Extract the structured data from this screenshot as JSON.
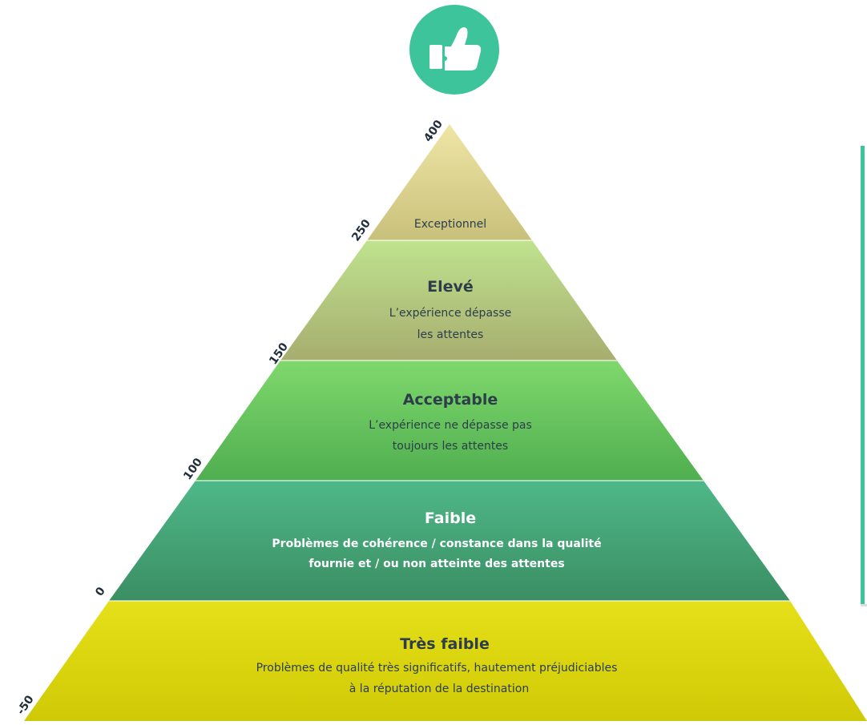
{
  "icon": {
    "name": "thumbs-up-icon",
    "bg_color": "#3ec49a",
    "fg_color": "#ffffff"
  },
  "scale": [
    "400",
    "250",
    "150",
    "100",
    "0",
    "-50"
  ],
  "levels": [
    {
      "id": "exceptionnel",
      "title": "Exceptionnel",
      "desc": [],
      "colors": [
        "#efe6a6",
        "#c8c07a"
      ],
      "text_color": "#2d3d4a"
    },
    {
      "id": "eleve",
      "title": "Elevé",
      "desc": [
        "L’expérience dépasse",
        "les attentes"
      ],
      "colors": [
        "#bfe38e",
        "#a7ad6f"
      ],
      "text_color": "#2d3d4a"
    },
    {
      "id": "acceptable",
      "title": "Acceptable",
      "desc": [
        "L’expérience ne dépasse pas",
        "toujours les attentes"
      ],
      "colors": [
        "#7fd86c",
        "#4fae4f"
      ],
      "text_color": "#2d3d4a"
    },
    {
      "id": "faible",
      "title": "Faible",
      "desc": [
        "Problèmes de cohérence / constance dans la qualité",
        "fournie et / ou non atteinte des attentes"
      ],
      "colors": [
        "#4fb889",
        "#3a8e63"
      ],
      "text_color": "#ffffff"
    },
    {
      "id": "tres-faible",
      "title": "Très faible",
      "desc": [
        "Problèmes de qualité très significatifs, hautement préjudiciables",
        "à la réputation de la destination"
      ],
      "colors": [
        "#e6e01a",
        "#cfca05"
      ],
      "text_color": "#2d3d4a"
    }
  ],
  "side_bar_color": "#3ec49a"
}
